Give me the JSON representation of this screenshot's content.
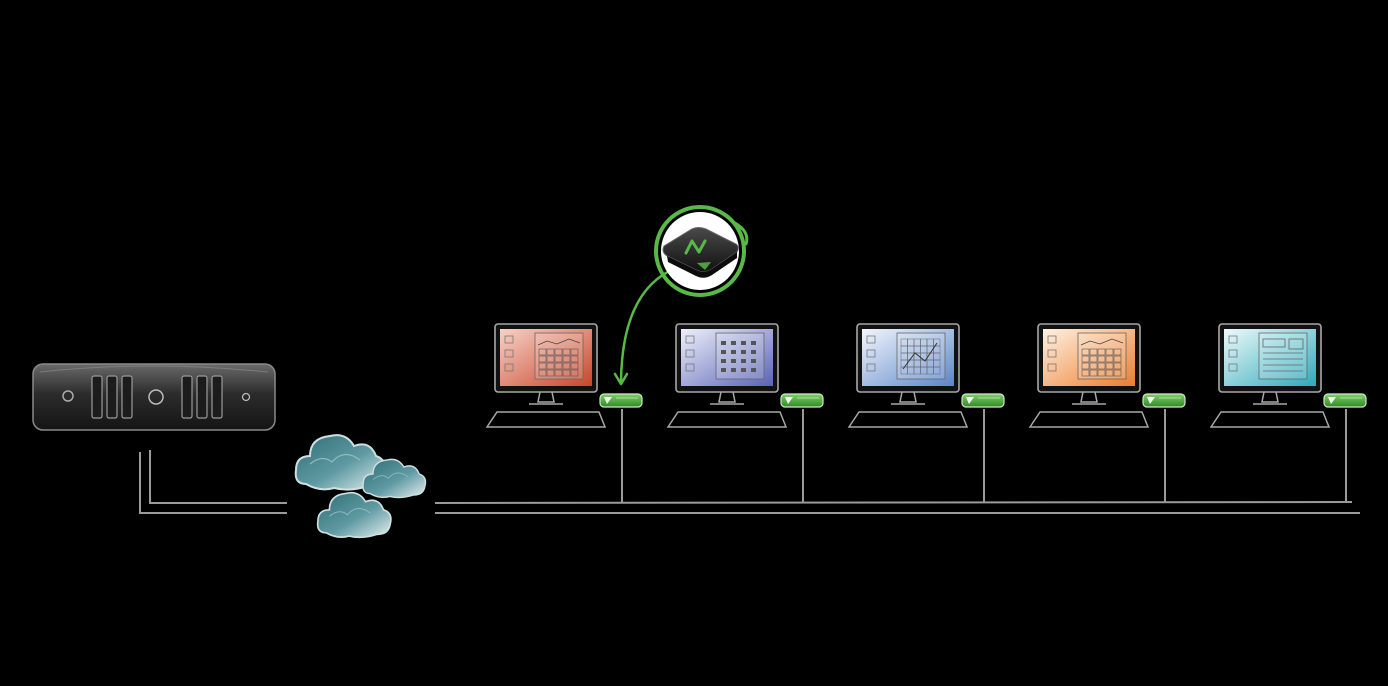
{
  "diagram": {
    "labels": [],
    "server": {
      "icon": "rack-server-icon"
    },
    "network": {
      "icon": "cloud-icon",
      "count": 3
    },
    "thin_client": {
      "icon": "thin-client-device-icon",
      "logo_glyph": "N",
      "accent": "#58b947"
    },
    "workstations": [
      {
        "id": 1,
        "screen_gradient": [
          "#f6d2c6",
          "#c8462b"
        ],
        "app": "spreadsheet"
      },
      {
        "id": 2,
        "screen_gradient": [
          "#eef0fb",
          "#5a63b5"
        ],
        "app": "file-browser"
      },
      {
        "id": 3,
        "screen_gradient": [
          "#f2f6fd",
          "#5b86c9"
        ],
        "app": "grid-editor"
      },
      {
        "id": 4,
        "screen_gradient": [
          "#fff1e3",
          "#ec7d2c"
        ],
        "app": "spreadsheet"
      },
      {
        "id": 5,
        "screen_gradient": [
          "#eefafb",
          "#2ea9ba"
        ],
        "app": "document"
      }
    ],
    "colors": {
      "background": "#000000",
      "line": "#9a9a9a",
      "device_green": "#4caf3c",
      "highlight_ring": "#58b947",
      "cloud": "#3e7e86"
    }
  }
}
